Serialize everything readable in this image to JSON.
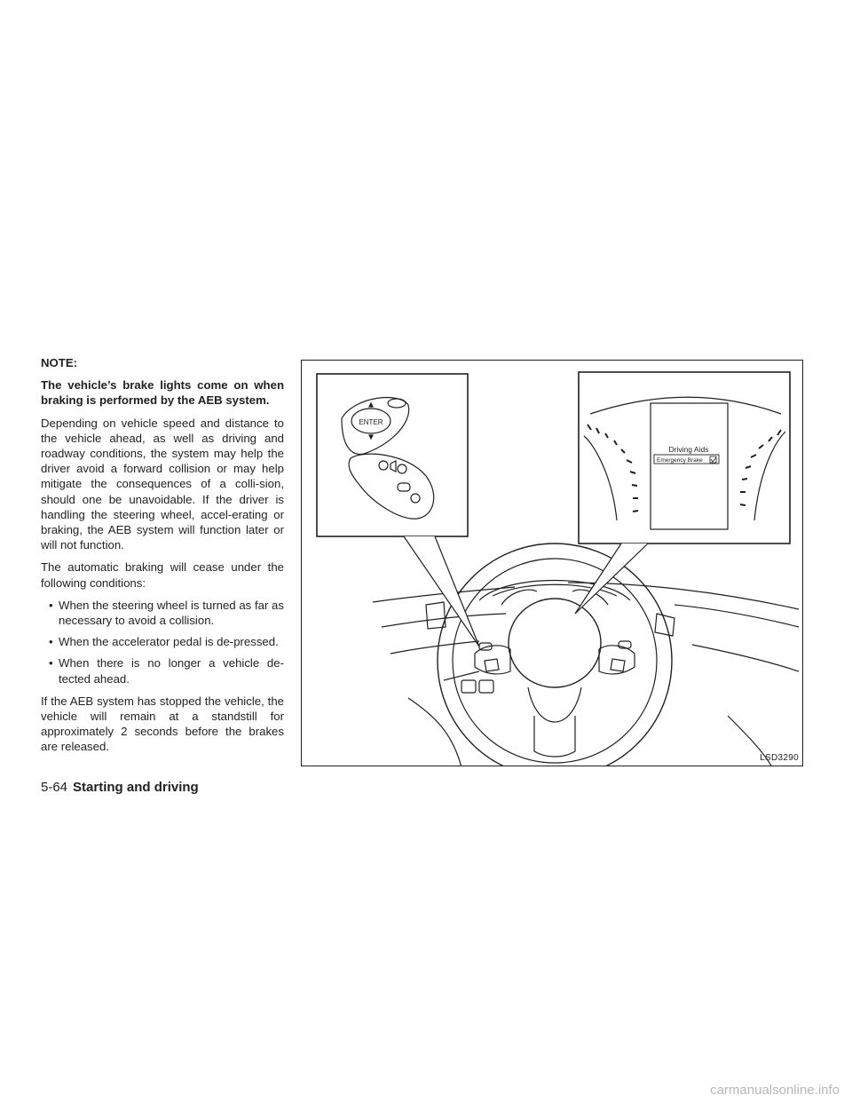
{
  "text": {
    "note_head": "NOTE:",
    "bold_para": "The vehicle’s brake lights come on when braking is performed by the AEB system.",
    "para1": "Depending on vehicle speed and distance to the vehicle ahead, as well as driving and roadway conditions, the system may help the driver avoid a forward collision or may help mitigate the consequences of a colli-sion, should one be unavoidable. If the driver is handling the steering wheel, accel-erating or braking, the AEB system will function later or will not function.",
    "para2": "The automatic braking will cease under the following conditions:",
    "bullets": [
      "When the steering wheel is turned as far as necessary to avoid a collision.",
      "When the accelerator pedal is de-pressed.",
      "When there is no longer a vehicle de-tected ahead."
    ],
    "para3": "If the AEB system has stopped the vehicle, the vehicle will remain at a standstill for approximately 2 seconds before the brakes are released."
  },
  "figure": {
    "enter_label": "ENTER",
    "display_title": "Driving Aids",
    "display_item": "Emergency Brake",
    "code": "LSD3290"
  },
  "footer": {
    "page_number": "5-64",
    "section": "Starting and driving"
  },
  "watermark": "carmanualsonline.info"
}
